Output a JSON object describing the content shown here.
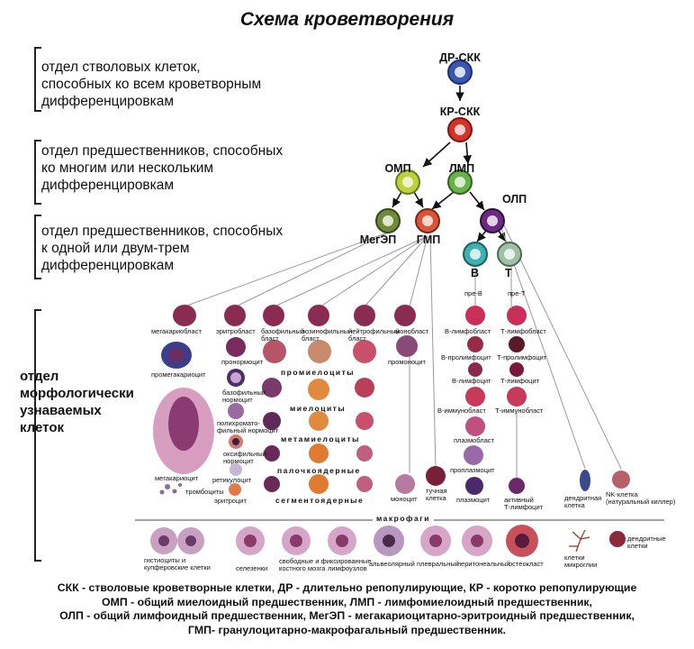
{
  "title": "Схема кроветворения",
  "sections": [
    "отдел стволовых клеток,\nспособных ко всем кроветворным\nдифференцировкам",
    "отдел предшественников, способных\nко многим или нескольким\nдифференцировкам",
    "отдел предшественников, способных\nк одной или двум-трем\nдифференцировкам"
  ],
  "morph_section": "отдел\nморфологически\nузнаваемых\nклеток",
  "nodes": {
    "dr": "ДР-СКК",
    "kr": "КР-СКК",
    "omp": "ОМП",
    "lmp": "ЛМП",
    "meg": "МегЭП",
    "gmp": "ГМП",
    "olp": "ОЛП",
    "b": "B",
    "t": "T"
  },
  "cells": {
    "megakaryoblast": "мегакариобласт",
    "promegakaryocyte": "промегакариоцит",
    "megakaryocyte": "мегакариоцит",
    "thrombocytes": "тромбоциты",
    "erythroblast": "эритробласт",
    "pronormocyte": "пронормоцит",
    "basophilic_normocyte": "базофильный\nнормоцит",
    "polychrome_normocyte": "полихромато-\nфильный нормоцит",
    "oxyphilic_normocyte": "оксифильный\nнормоцит",
    "reticulocyte": "ретикулоцит",
    "erythrocyte": "эритроцит",
    "basophilic_blast": "базофильный\nбласт",
    "eosinophilic_blast": "эозинофильный\nбласт",
    "neutrophilic_blast": "нейтрофильный\nбласт",
    "monoblast": "монобласт",
    "promonocyte": "промоноцит",
    "monocyte": "моноцит",
    "mast_cell": "тучная\nклетка",
    "promyelocytes": "промиелоциты",
    "myelocytes": "миелоциты",
    "metamyelocytes": "метамиелоциты",
    "band": "палочкоядерные",
    "segmented": "сегментоядерные",
    "pre_b": "пре-В",
    "pre_t": "пре-Т",
    "b_lymphoblast": "В-лимфобласт",
    "b_prolymphocyte": "В-пролимфоцит",
    "b_lymphocyte": "В-лимфоцит",
    "b_immunoblast": "В-иммунобласт",
    "plasmoblast": "плазмобласт",
    "proplasmocyte": "проплазмоцит",
    "plasmocyte": "плазмоцит",
    "t_lymphoblast": "Т-лимфобласт",
    "t_prolymphocyte": "Т-пролимфоцит",
    "t_lymphocyte": "Т-лимфоцит",
    "t_immunoblast": "Т-иммунобласт",
    "active_t": "активный\nТ-лимфоцит",
    "dendritic": "дендритная\nклетка",
    "nk": "NK-клетка\n(натуральный киллер)",
    "macrophages": "макрофаги",
    "histiocytes": "гистиоциты и\nкупферовские клетки",
    "spleen": "селезенки",
    "free_fixed": "свободные и фиксированные\nкостного мозга",
    "lymph_nodes": "лимфоузлов",
    "alveolar": "альвеолярный",
    "pleural": "плевральный",
    "peritoneal": "перитонеальный",
    "osteoclast": "остеокласт",
    "microglia": "клетки\nмикроглии",
    "dendritic_cells": "дендритные\nклетки"
  },
  "legend": "СКК - стволовые кроветворные клетки, ДР - длительно репопулирующие, КР - коротко репопулирующие\nОМП - общий миелоидный предшественник, ЛМП - лимфомиелоидный предшественник,\nОЛП - общий лимфоидный предшественник, МегЭП - мегакариоцитарно-эритроидный предшественник,\nГМП- гранулоцитарно-макрофагальный предшественник.",
  "colors": {
    "stem": "#3a56b0",
    "kr": "#d2342a",
    "omp": "#bcd13c",
    "lmp": "#69b34a",
    "meg": "#6f8a3a",
    "gmp": "#d8553a",
    "olp": "#6a2a82",
    "b": "#3fb0b0",
    "t": "#9fbfa6",
    "cell": "#8a2c52",
    "cell_light": "#c85f88"
  }
}
